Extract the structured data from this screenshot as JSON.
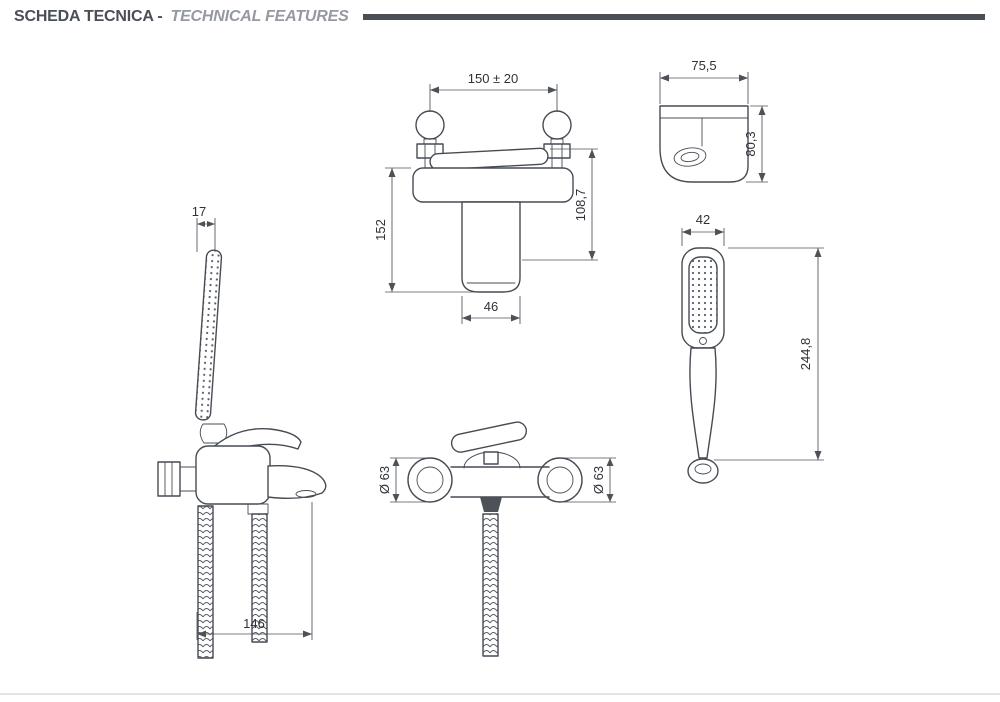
{
  "header": {
    "title_primary": "SCHEDA TECNICA -",
    "title_secondary": "TECHNICAL FEATURES"
  },
  "dimensions": {
    "mounting_distance": "150 ± 20",
    "total_height": "152",
    "handle_height": "108,7",
    "spout_body_width": "46",
    "side_depth": "75,5",
    "side_height": "80,3",
    "handshower_head_width": "42",
    "handshower_length": "244,8",
    "handshower_head_depth": "17",
    "spout_reach": "146",
    "left_flange_diameter": "Ø 63",
    "right_flange_diameter": "Ø 63"
  },
  "colors": {
    "line-color": "#474c54",
    "dim-color": "#4d5259",
    "text-color": "#2e3237",
    "header-dark": "#4a4e55",
    "header-gray": "#9599a0",
    "background": "#ffffff"
  }
}
